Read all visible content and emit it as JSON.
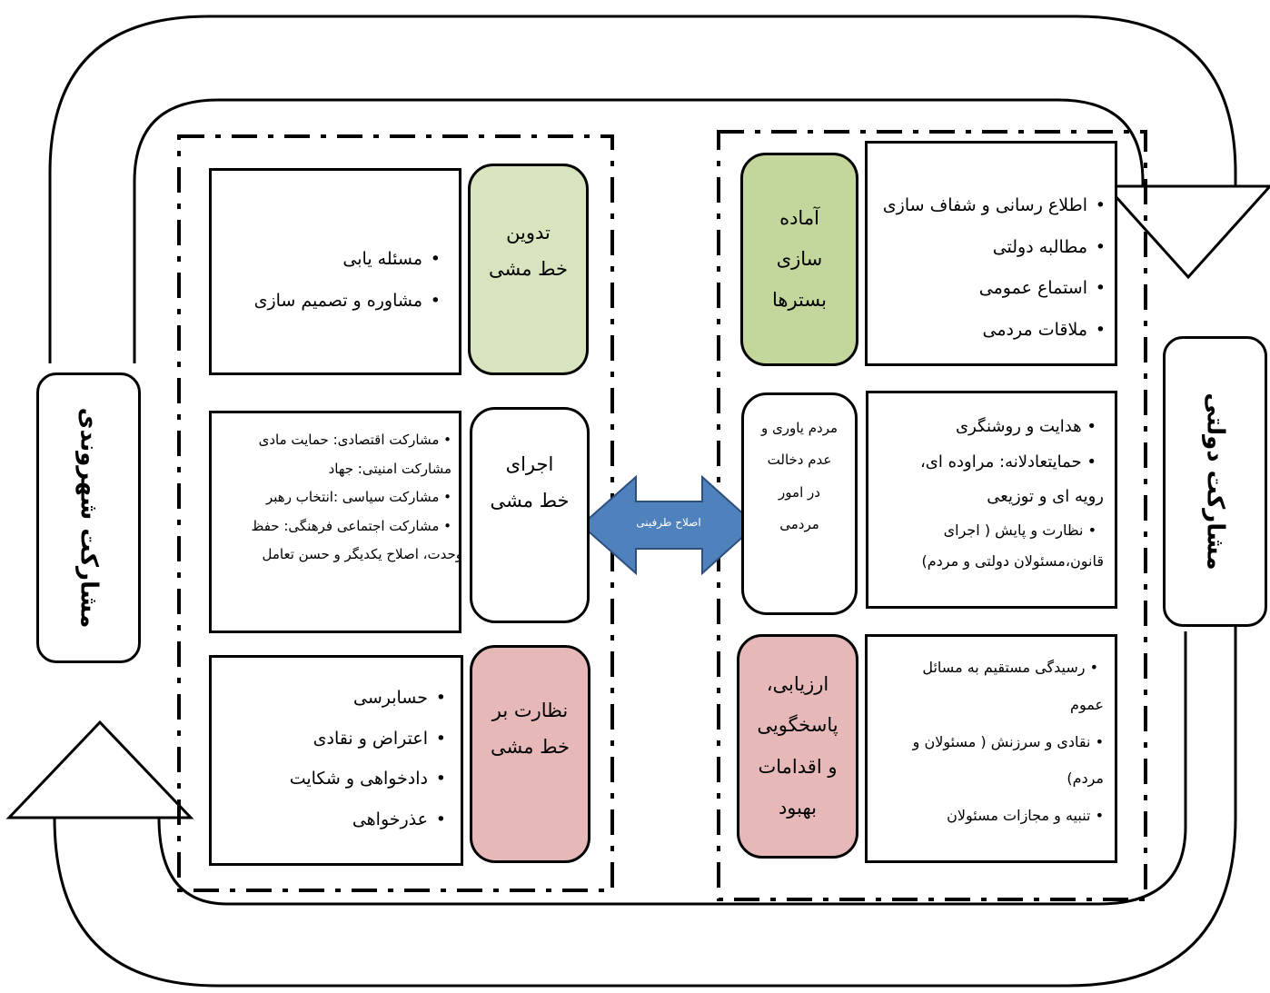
{
  "left_panel": {
    "stage1": {
      "title_lines": [
        "تدوین",
        "خط مشی"
      ],
      "items": [
        "مسئله یابی",
        "مشاوره و تصمیم سازی"
      ]
    },
    "stage2": {
      "title_lines": [
        "اجرای",
        "خط مشی"
      ],
      "items": [
        "• مشارکت اقتصادی: حمایت مادی",
        "مشارکت امنیتی: جهاد",
        "• مشارکت سیاسی :انتخاب رهبر",
        "• مشارکت اجتماعی فرهنگی: حفظ",
        "وحدت، اصلاح یکدیگر و حسن تعامل"
      ]
    },
    "stage3": {
      "title_lines": [
        "نظارت بر",
        "خط مشی"
      ],
      "items": [
        "حسابرسی",
        "اعتراض و نقادی",
        "دادخواهی و شکایت",
        "عذرخواهی"
      ]
    }
  },
  "right_panel": {
    "stage1": {
      "title_lines": [
        "آماده",
        "سازی",
        "بسترها"
      ],
      "items": [
        "اطلاع رسانی و شفاف سازی",
        "مطالبه دولتی",
        "استماع عمومی",
        "ملاقات مردمی"
      ]
    },
    "stage2": {
      "title_lines": [
        "مردم یاوری و",
        "عدم دخالت",
        "در امور",
        "مردمی"
      ],
      "items": [
        "• هدایت و روشنگری",
        "• حمایتعادلانه: مراوده ای،",
        "رویه ای و توزیعی",
        "• نظارت و پایش ( اجرای",
        "قانون،مسئولان دولتی و مردم)"
      ]
    },
    "stage3": {
      "title_lines": [
        "ارزیابی،",
        "پاسخگویی",
        "و اقدامات",
        "بهبود"
      ],
      "items": [
        "• رسیدگی مستقیم به مسائل",
        "عموم",
        "• نقادی و سرزنش ( مسئولان و",
        "مردم)",
        "• تنبیه و مجازات مسئولان"
      ]
    }
  },
  "center_arrow": {
    "label": "اصلاح طرفینی"
  },
  "side_labels": {
    "left": "مشارکت شهروندی",
    "right": "مشارکت دولتی"
  },
  "colors": {
    "green_light": "#d7e4bd",
    "green": "#c3d69b",
    "pink": "#e6b9b8",
    "arrow": "#4f81bd"
  }
}
